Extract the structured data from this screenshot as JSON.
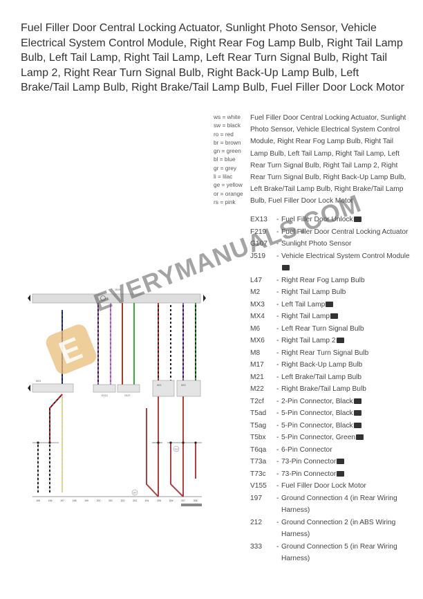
{
  "title": "Fuel Filler Door Central Locking Actuator, Sunlight Photo Sensor, Vehicle Electrical System Control Module, Right Rear Fog Lamp Bulb, Right Tail Lamp Bulb, Left Tail Lamp, Right Tail Lamp, Left Rear Turn Signal Bulb, Right Tail Lamp 2, Right Rear Turn Signal Bulb, Right Back-Up Lamp Bulb, Left Brake/Tail Lamp Bulb, Right Brake/Tail Lamp Bulb, Fuel Filler Door Lock Motor",
  "legend": [
    "ws = white",
    "sw = black",
    "ro  = red",
    "br  = brown",
    "gn = green",
    "bl  = blue",
    "gr  = grey",
    "li   = lilac",
    "ge = yellow",
    "or  = orange",
    "rs  = pink"
  ],
  "intro": "Fuel Filler Door Central Locking Actuator, Sunlight Photo Sensor, Vehicle Electrical System Control Module, Right Rear Fog Lamp Bulb, Right Tail Lamp Bulb, Left Tail Lamp, Right Tail Lamp, Left Rear Turn Signal Bulb, Right Tail Lamp 2, Right Rear Turn Signal Bulb, Right Back-Up Lamp Bulb, Left Brake/Tail Lamp Bulb, Right Brake/Tail Lamp Bulb, Fuel Filler Door Lock Motor",
  "components": [
    {
      "code": "EX13",
      "desc": "Fuel Filler Door Unlock",
      "cam": true
    },
    {
      "code": "F219",
      "desc": "Fuel Filler Door Central Locking Actuator",
      "cam": false
    },
    {
      "code": "G107",
      "desc": "Sunlight Photo Sensor",
      "cam": false
    },
    {
      "code": "J519",
      "desc": "Vehicle Electrical System Control Module",
      "cam": true
    },
    {
      "code": "L47",
      "desc": "Right Rear Fog Lamp Bulb",
      "cam": false
    },
    {
      "code": "M2",
      "desc": "Right Tail Lamp Bulb",
      "cam": false
    },
    {
      "code": "MX3",
      "desc": "Left Tail Lamp",
      "cam": true
    },
    {
      "code": "MX4",
      "desc": "Right Tail Lamp",
      "cam": true
    },
    {
      "code": "M6",
      "desc": "Left Rear Turn Signal Bulb",
      "cam": false
    },
    {
      "code": "MX6",
      "desc": "Right Tail Lamp 2",
      "cam": true
    },
    {
      "code": "M8",
      "desc": "Right Rear Turn Signal Bulb",
      "cam": false
    },
    {
      "code": "M17",
      "desc": "Right Back-Up Lamp Bulb",
      "cam": false
    },
    {
      "code": "M21",
      "desc": "Left Brake/Tail Lamp Bulb",
      "cam": false
    },
    {
      "code": "M22",
      "desc": "Right Brake/Tail Lamp Bulb",
      "cam": false
    },
    {
      "code": "T2cf",
      "desc": "2-Pin Connector, Black",
      "cam": true
    },
    {
      "code": "T5ad",
      "desc": "5-Pin Connector, Black",
      "cam": true
    },
    {
      "code": "T5ag",
      "desc": "5-Pin Connector, Black",
      "cam": true
    },
    {
      "code": "T5bx",
      "desc": "5-Pin Connector, Green",
      "cam": true
    },
    {
      "code": "T6qa",
      "desc": "6-Pin Connector",
      "cam": false
    },
    {
      "code": "T73a",
      "desc": "73-Pin Connector",
      "cam": true
    },
    {
      "code": "T73c",
      "desc": "73-Pin Connector",
      "cam": true
    },
    {
      "code": "V155",
      "desc": "Fuel Filler Door Lock Motor",
      "cam": false
    },
    {
      "code": "197",
      "desc": "Ground Connection 4 (in Rear Wiring Harness)",
      "cam": false
    },
    {
      "code": "212",
      "desc": "Ground Connection 2 (in ABS Wiring Harness)",
      "cam": false
    },
    {
      "code": "333",
      "desc": "Ground Connection 5 (in Rear Wiring Harness)",
      "cam": false
    }
  ],
  "diagram": {
    "bus_label": "J519",
    "labels": {
      "mx3": "MX3",
      "ex13": "EX13",
      "g107": "G107",
      "m21": "M21",
      "m22": "M22",
      "ground_197": "197",
      "ground_333": "333"
    },
    "columns": [
      "195",
      "196",
      "197",
      "198",
      "199",
      "200",
      "201",
      "202",
      "203",
      "204",
      "205",
      "206",
      "207",
      "208"
    ]
  },
  "watermark": "EVERYMANUALS.COM"
}
